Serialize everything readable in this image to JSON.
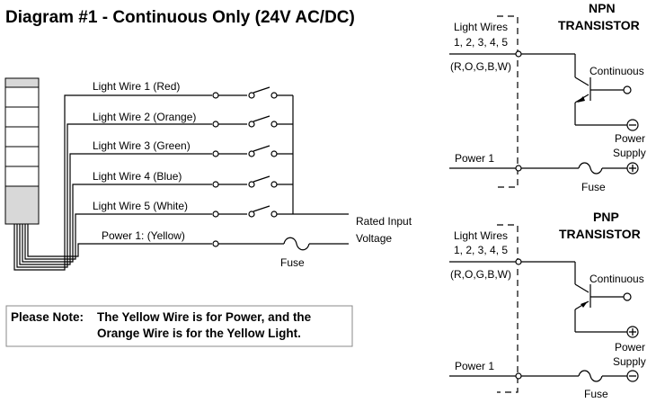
{
  "title": "Diagram #1 - Continuous Only (24V AC/DC)",
  "left": {
    "wires": [
      "Light Wire 1 (Red)",
      "Light Wire 2 (Orange)",
      "Light Wire 3 (Green)",
      "Light Wire 4 (Blue)",
      "Light Wire 5 (White)",
      "Power 1: (Yellow)"
    ],
    "rated_line1": "Rated Input",
    "rated_line2": "Voltage",
    "fuse": "Fuse"
  },
  "note": {
    "prefix": "Please Note:",
    "line1": "The Yellow Wire is for Power, and the",
    "line2": "Orange Wire is for the Yellow Light."
  },
  "npn": {
    "title1": "NPN",
    "title2": "TRANSISTOR",
    "lw1": "Light Wires",
    "lw2": "1, 2, 3, 4, 5",
    "lw3": "(R,O,G,B,W)",
    "continuous": "Continuous",
    "ps1": "Power",
    "ps2": "Supply",
    "power1": "Power 1",
    "fuse": "Fuse",
    "minus": "−",
    "plus": "+"
  },
  "pnp": {
    "title1": "PNP",
    "title2": "TRANSISTOR",
    "lw1": "Light Wires",
    "lw2": "1, 2, 3, 4, 5",
    "lw3": "(R,O,G,B,W)",
    "continuous": "Continuous",
    "ps1": "Power",
    "ps2": "Supply",
    "power1": "Power 1",
    "fuse": "Fuse",
    "plus": "+",
    "minus": "−"
  }
}
